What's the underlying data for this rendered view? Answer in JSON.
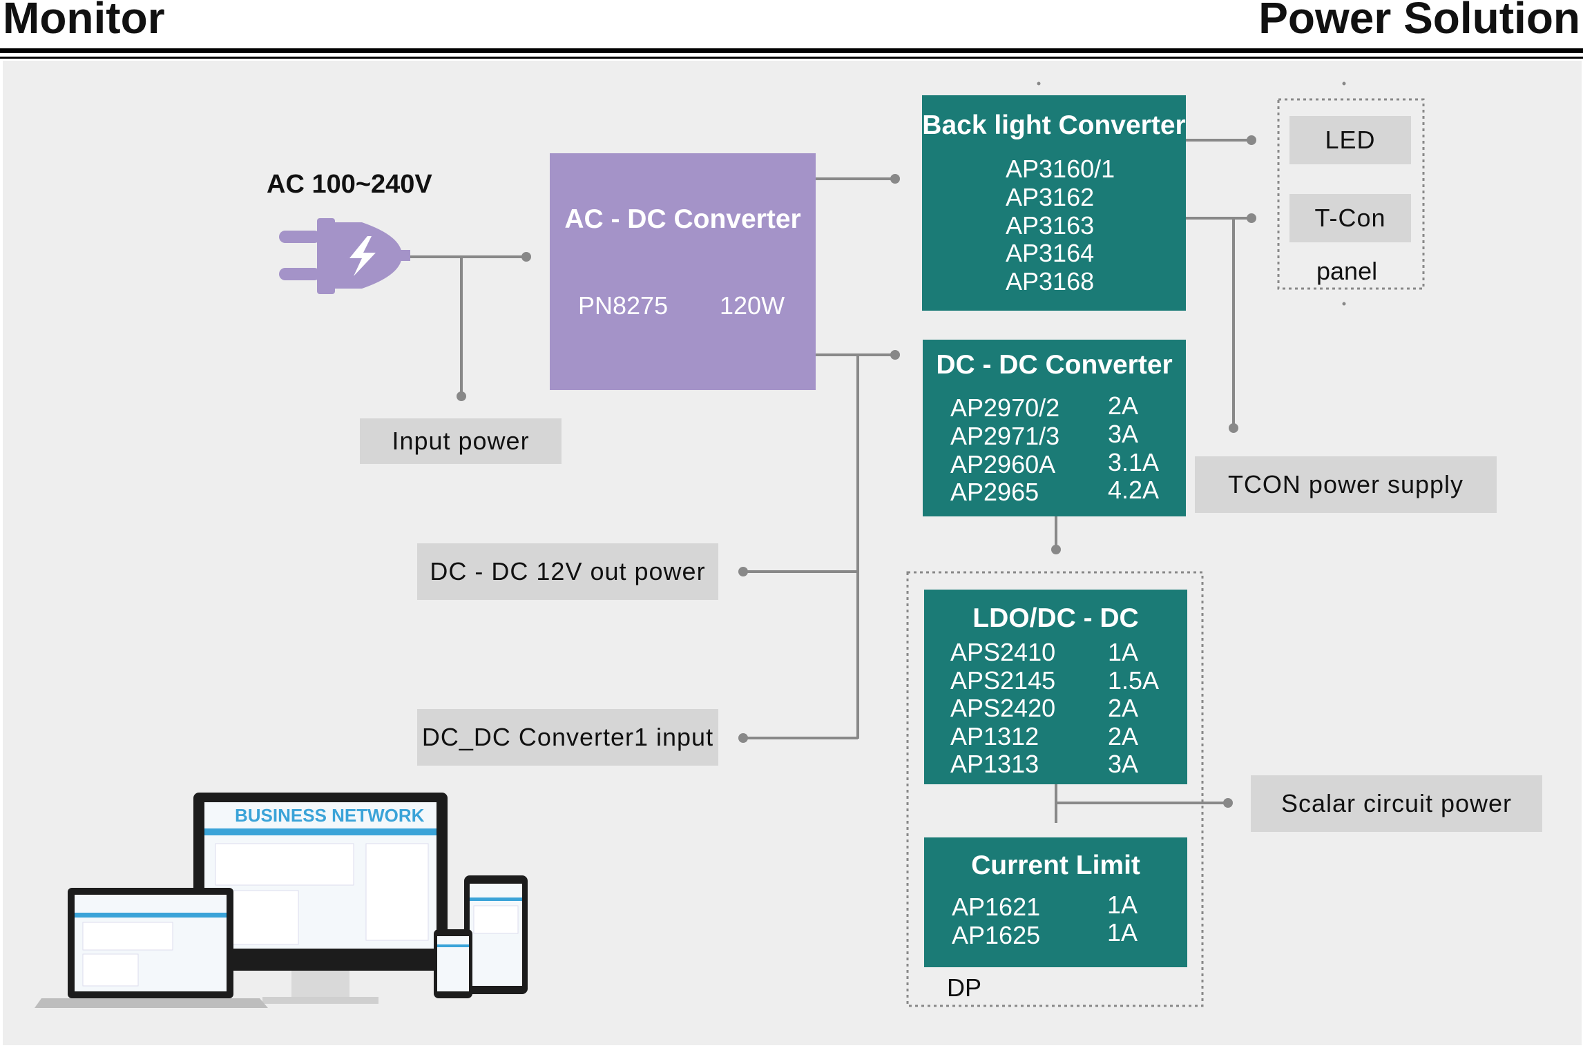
{
  "header": {
    "left_title": "Monitor",
    "right_title": "Power Solution"
  },
  "input": {
    "ac_label": "AC 100~240V",
    "input_power_label": "Input power"
  },
  "ac_dc": {
    "title": "AC - DC  Converter",
    "part": "PN8275",
    "power": "120W"
  },
  "backlight": {
    "title": "Back light  Converter",
    "parts": [
      "AP3160/1",
      "AP3162",
      "AP3163",
      "AP3164",
      "AP3168"
    ]
  },
  "panel": {
    "led": "LED",
    "tcon": "T-Con",
    "label": "panel"
  },
  "dcdc": {
    "title": "DC - DC  Converter",
    "parts": [
      "AP2970/2",
      "AP2971/3",
      "AP2960A",
      "AP2965"
    ],
    "currents": [
      "2A",
      "3A",
      "3.1A",
      "4.2A"
    ]
  },
  "labels": {
    "tcon_power": "TCON power supply",
    "dc12v": "DC - DC 12V out power",
    "dc_conv1": "DC_DC Converter1 input",
    "scalar": "Scalar  circuit  power",
    "dp": "DP"
  },
  "ldo": {
    "title": "LDO/DC - DC",
    "parts": [
      "APS2410",
      "APS2145",
      "APS2420",
      "AP1312",
      "AP1313"
    ],
    "currents": [
      "1A",
      "1.5A",
      "2A",
      "2A",
      "3A"
    ]
  },
  "current_limit": {
    "title": "Current  Limit",
    "parts": [
      "AP1621",
      "AP1625"
    ],
    "currents": [
      "1A",
      "1A"
    ]
  },
  "devices": {
    "brand": "BUSINESS NETWORK"
  },
  "colors": {
    "teal": "#1b7b76",
    "purple": "#a493c8",
    "grey_box": "#d6d6d6",
    "wire": "#888888",
    "background": "#eeeeee"
  },
  "icons": [
    "plug-icon",
    "device-mockups-image"
  ]
}
